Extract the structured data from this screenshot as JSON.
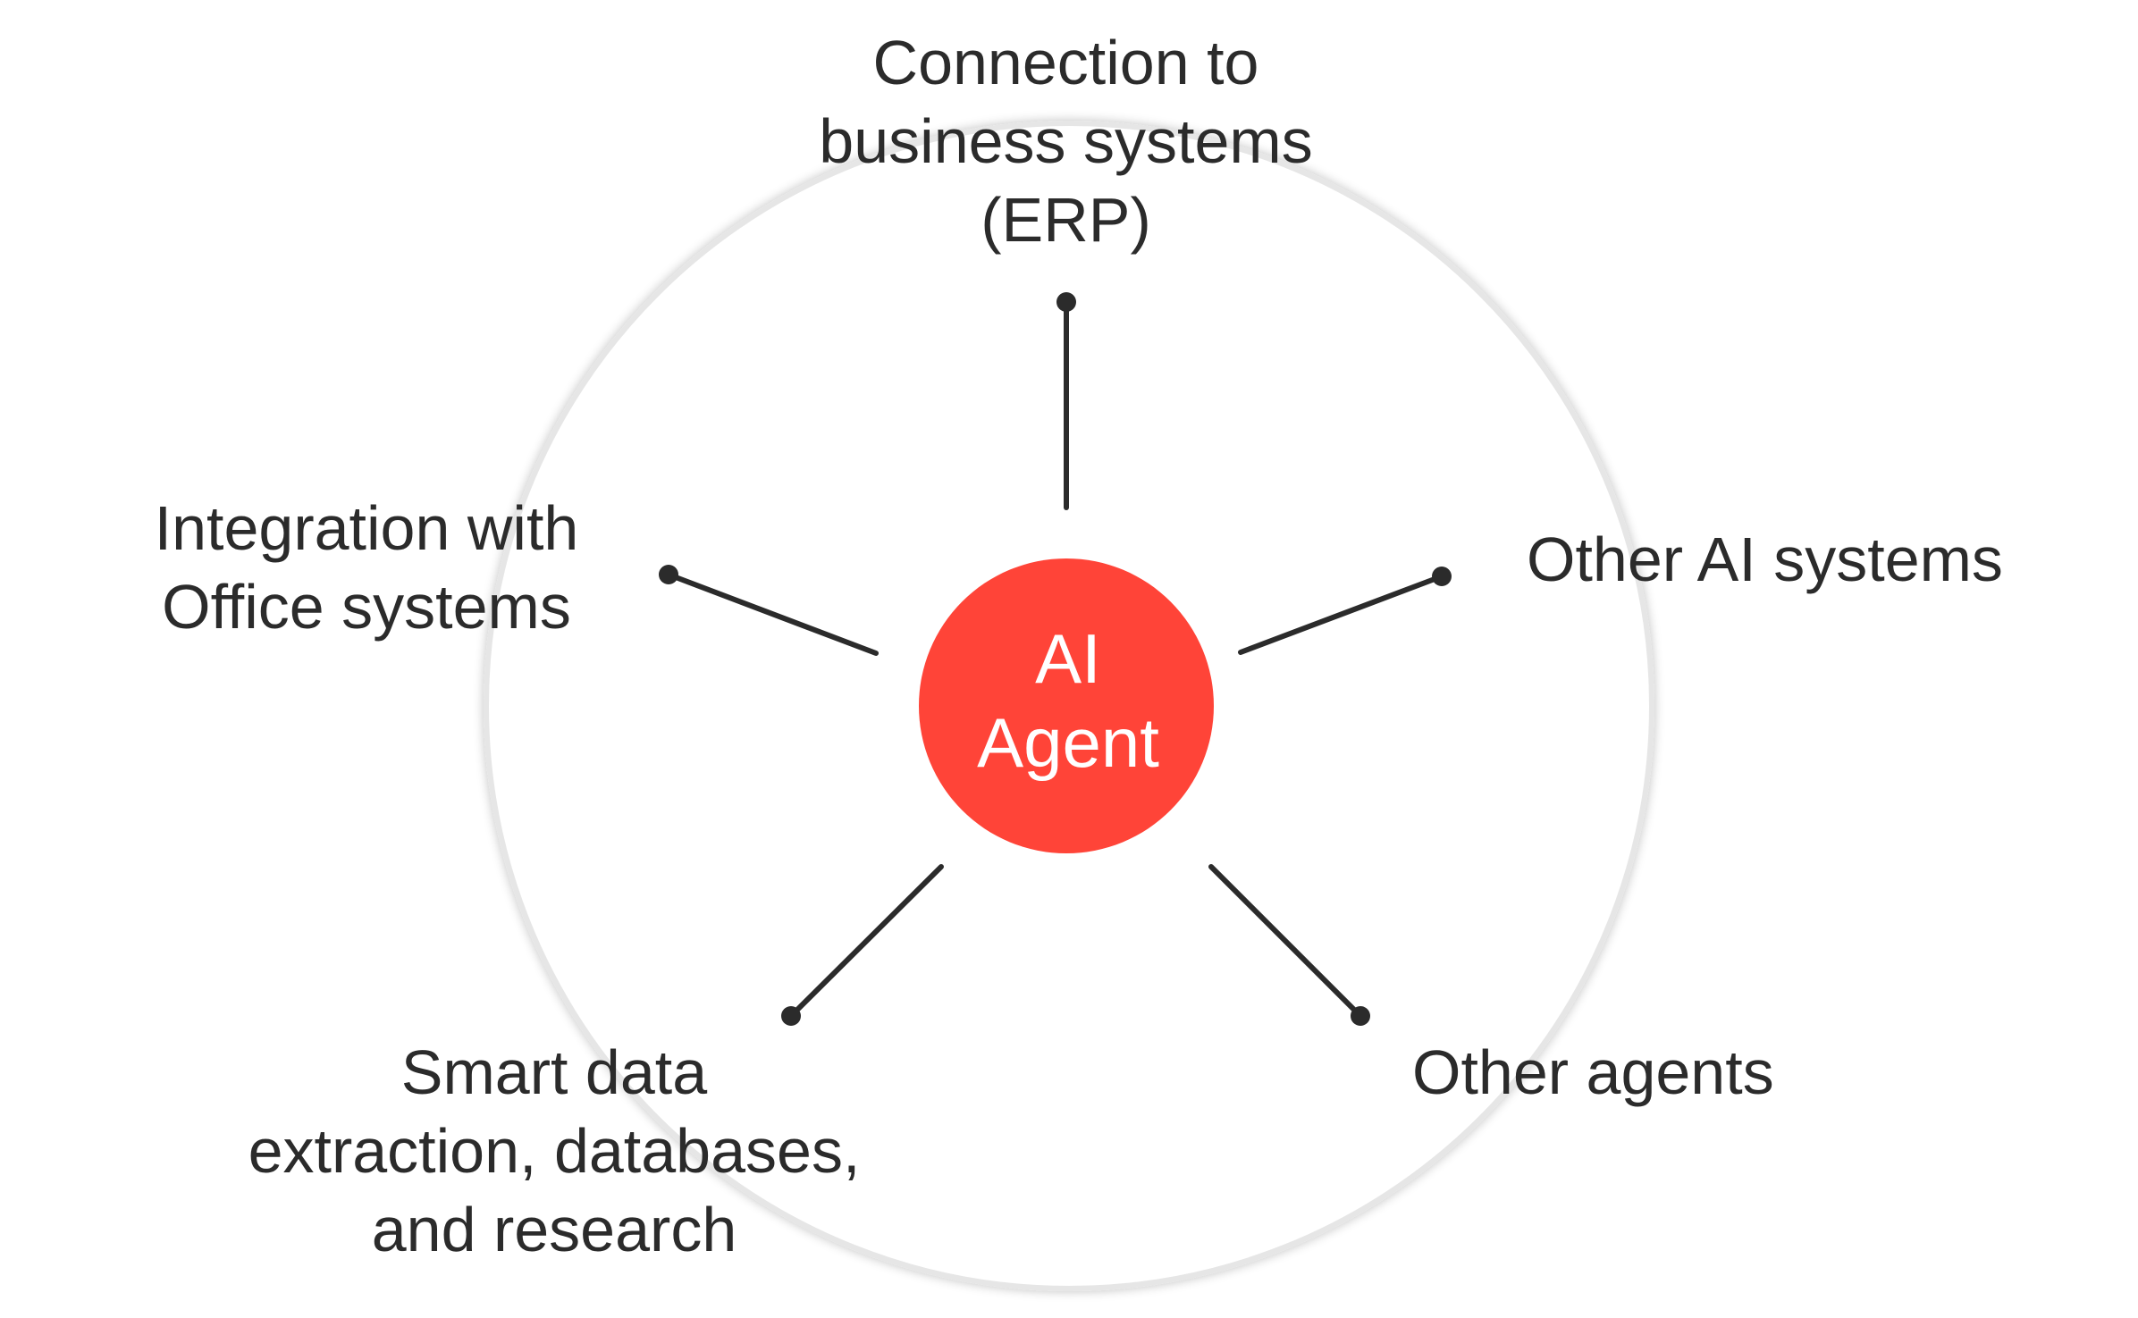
{
  "center": {
    "label": "AI\nAgent",
    "color": "#ff4438"
  },
  "colors": {
    "outer_circle_fill": "#ffffff",
    "outer_circle_stroke": "#e6e6e6",
    "connector": "#2b2b2b",
    "text": "#2b2b2b"
  },
  "nodes": [
    {
      "id": "top",
      "label": "Connection to\nbusiness systems\n(ERP)"
    },
    {
      "id": "right",
      "label": "Other AI systems"
    },
    {
      "id": "bottom-right",
      "label": "Other agents"
    },
    {
      "id": "bottom-left",
      "label": "Smart data\nextraction, databases,\nand research"
    },
    {
      "id": "left",
      "label": "Integration with\nOffice systems"
    }
  ]
}
